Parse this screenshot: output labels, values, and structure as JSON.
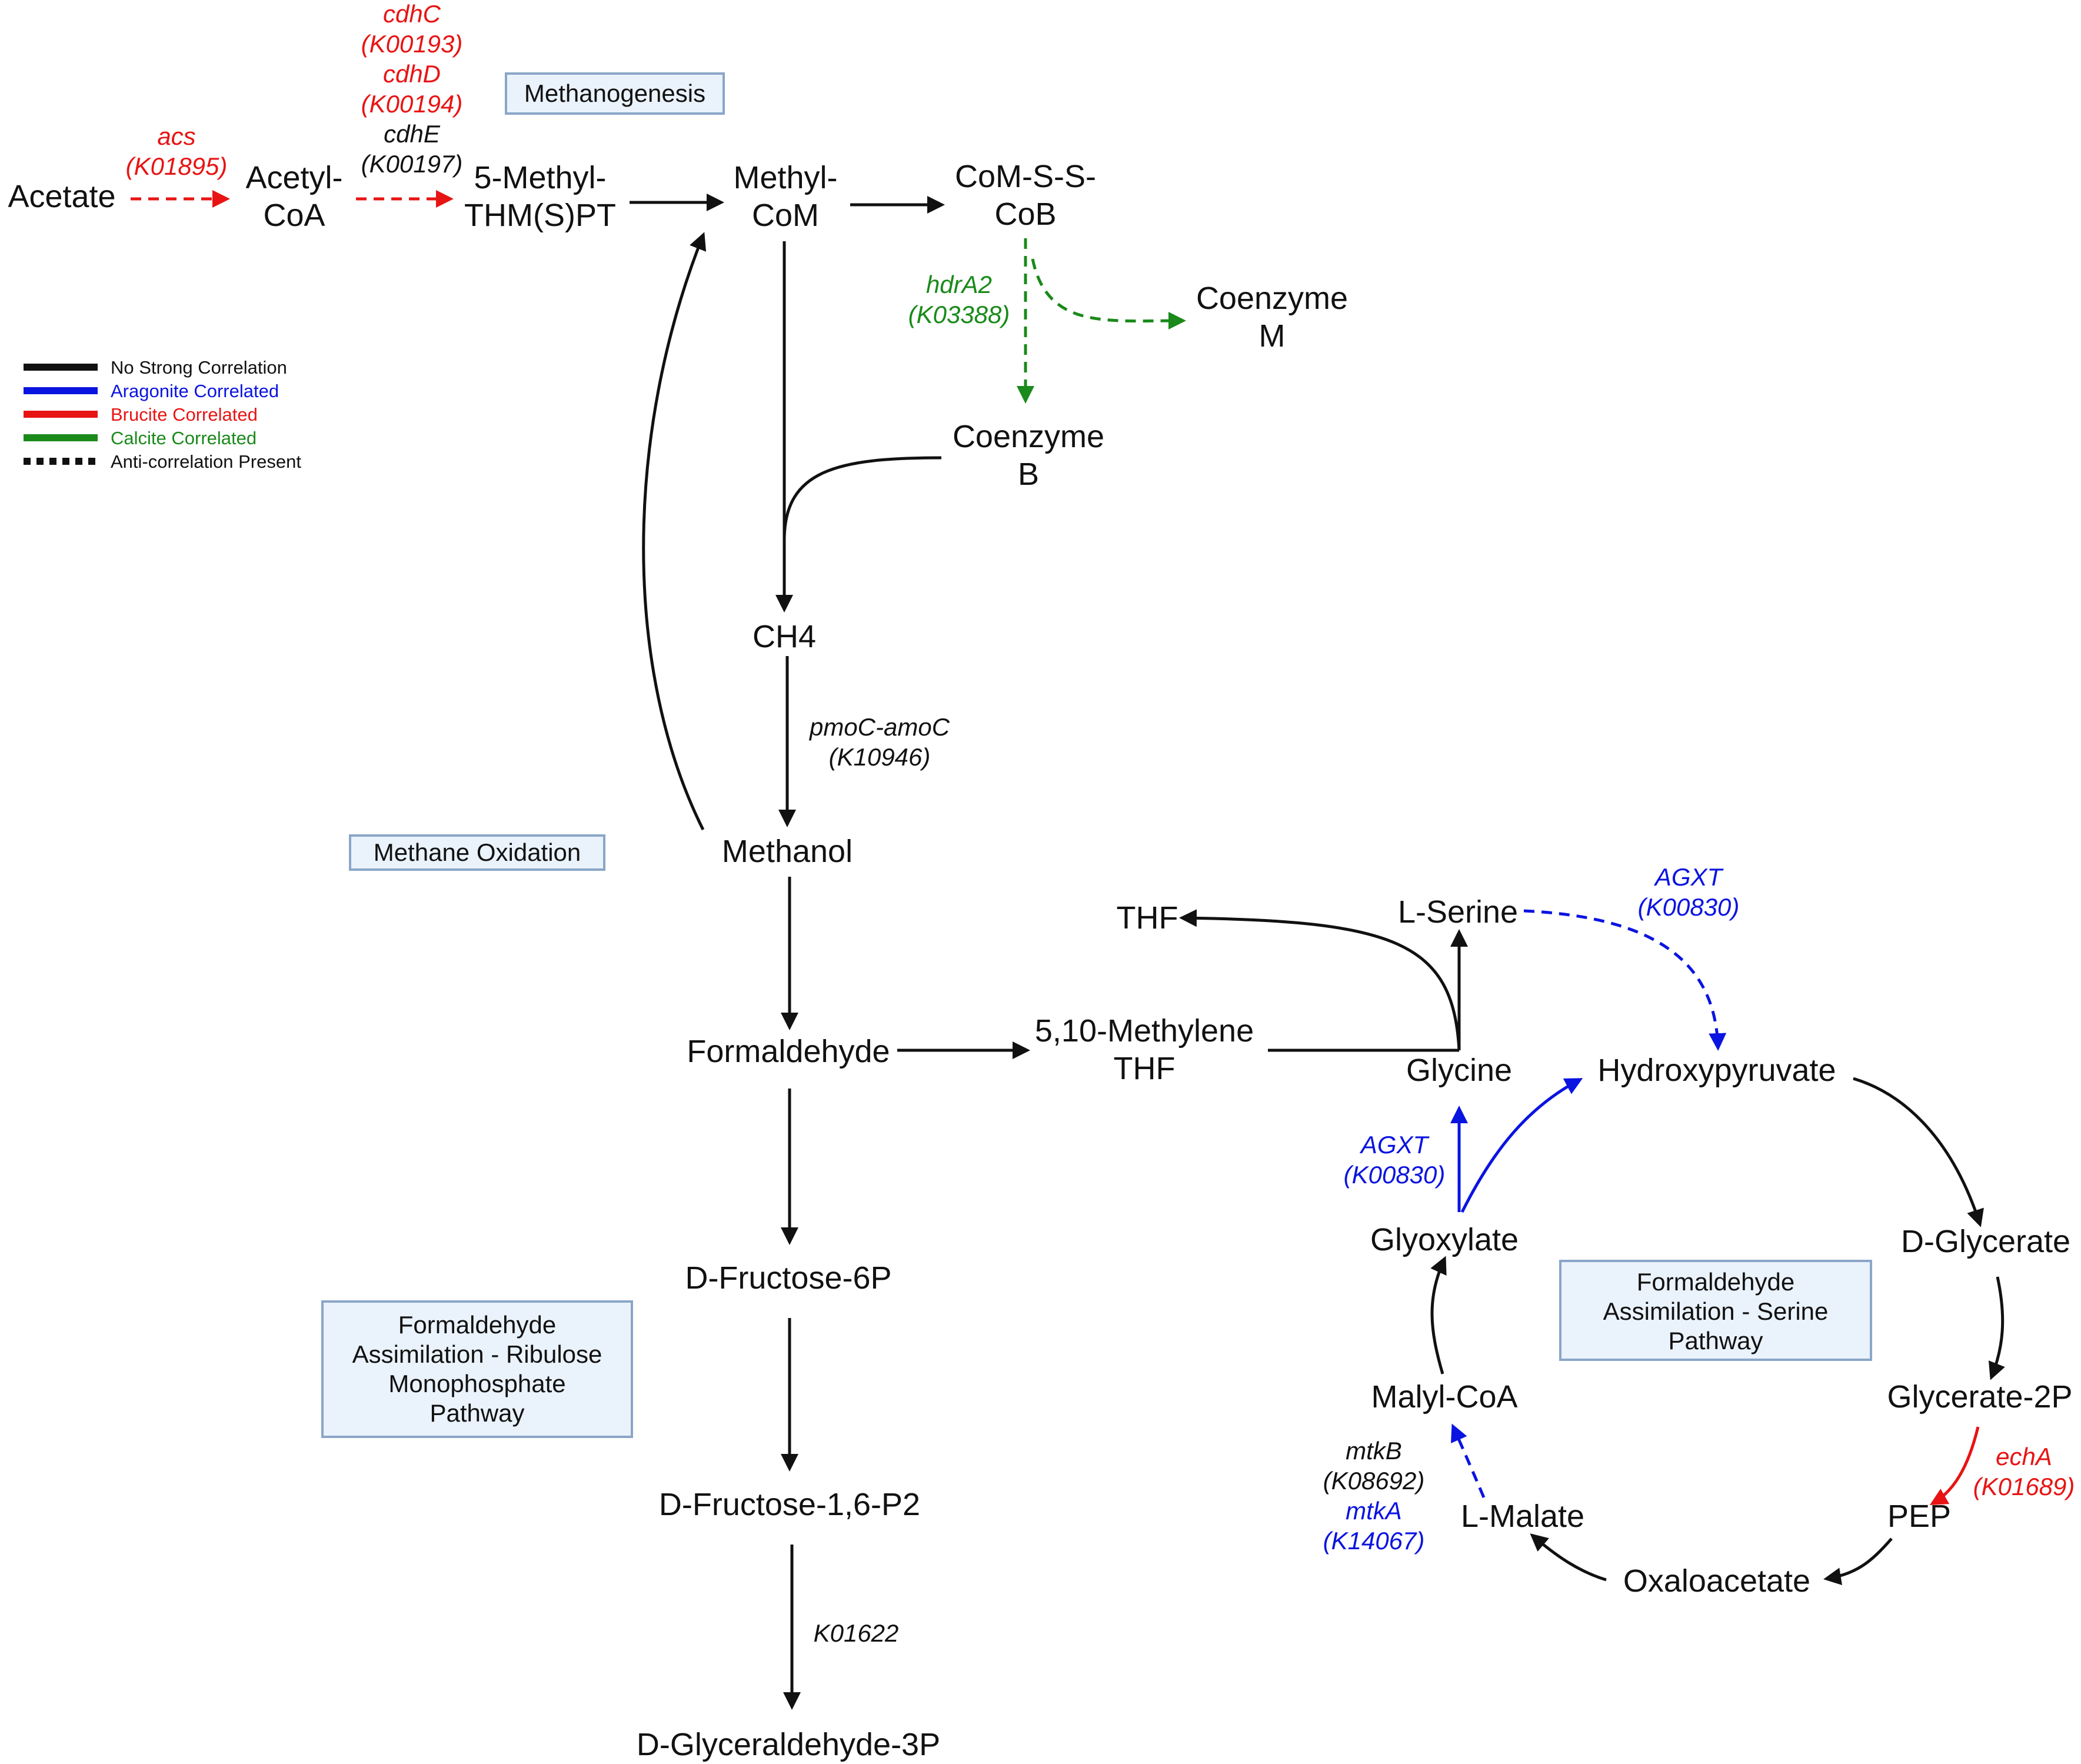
{
  "colors": {
    "none": "#111111",
    "aragonite": "#0a14e0",
    "brucite": "#e81414",
    "calcite": "#1a8a1a",
    "box_fill": "#eaf2fb",
    "box_stroke": "#8aa6c8"
  },
  "legend": [
    {
      "label": "No Strong Correlation",
      "color": "#111111",
      "style": "solid"
    },
    {
      "label": "Aragonite Correlated",
      "color": "#0a14e0",
      "style": "solid"
    },
    {
      "label": "Brucite Correlated",
      "color": "#e81414",
      "style": "solid"
    },
    {
      "label": "Calcite Correlated",
      "color": "#1a8a1a",
      "style": "solid"
    },
    {
      "label": "Anti-correlation Present",
      "color": "#111111",
      "style": "dotted"
    }
  ],
  "pathway_boxes": [
    {
      "id": "methanogenesis",
      "lines": [
        "Methanogenesis"
      ]
    },
    {
      "id": "methane-oxidation",
      "lines": [
        "Methane Oxidation"
      ]
    },
    {
      "id": "ribulose",
      "lines": [
        "Formaldehyde",
        "Assimilation - Ribulose",
        "Monophosphate",
        "Pathway"
      ]
    },
    {
      "id": "serine",
      "lines": [
        "Formaldehyde",
        "Assimilation - Serine",
        "Pathway"
      ]
    }
  ],
  "nodes": [
    {
      "id": "acetate",
      "lines": [
        "Acetate"
      ]
    },
    {
      "id": "acetyl-coa",
      "lines": [
        "Acetyl-",
        "CoA"
      ]
    },
    {
      "id": "methyl-thmspt",
      "lines": [
        "5-Methyl-",
        "THM(S)PT"
      ]
    },
    {
      "id": "methyl-com",
      "lines": [
        "Methyl-",
        "CoM"
      ]
    },
    {
      "id": "com-s-s-cob",
      "lines": [
        "CoM-S-S-",
        "CoB"
      ]
    },
    {
      "id": "coenzyme-m",
      "lines": [
        "Coenzyme",
        "M"
      ]
    },
    {
      "id": "coenzyme-b",
      "lines": [
        "Coenzyme",
        "B"
      ]
    },
    {
      "id": "ch4",
      "lines": [
        "CH4"
      ]
    },
    {
      "id": "methanol",
      "lines": [
        "Methanol"
      ]
    },
    {
      "id": "formaldehyde",
      "lines": [
        "Formaldehyde"
      ]
    },
    {
      "id": "methylene-thf",
      "lines": [
        "5,10-Methylene",
        "THF"
      ]
    },
    {
      "id": "thf",
      "lines": [
        "THF"
      ]
    },
    {
      "id": "l-serine",
      "lines": [
        "L-Serine"
      ]
    },
    {
      "id": "glycine",
      "lines": [
        "Glycine"
      ]
    },
    {
      "id": "hydroxypyruvate",
      "lines": [
        "Hydroxypyruvate"
      ]
    },
    {
      "id": "d-glycerate",
      "lines": [
        "D-Glycerate"
      ]
    },
    {
      "id": "glycerate-2p",
      "lines": [
        "Glycerate-2P"
      ]
    },
    {
      "id": "pep",
      "lines": [
        "PEP"
      ]
    },
    {
      "id": "oxaloacetate",
      "lines": [
        "Oxaloacetate"
      ]
    },
    {
      "id": "l-malate",
      "lines": [
        "L-Malate"
      ]
    },
    {
      "id": "malyl-coa",
      "lines": [
        "Malyl-CoA"
      ]
    },
    {
      "id": "glyoxylate",
      "lines": [
        "Glyoxylate"
      ]
    },
    {
      "id": "d-fructose-6p",
      "lines": [
        "D-Fructose-6P"
      ]
    },
    {
      "id": "d-fructose-16p2",
      "lines": [
        "D-Fructose-1,6-P2"
      ]
    },
    {
      "id": "d-glyceraldehyde-3p",
      "lines": [
        "D-Glyceraldehyde-3P"
      ]
    }
  ],
  "enzymes": [
    {
      "id": "acs",
      "lines": [
        {
          "t": "acs",
          "c": "#e81414"
        },
        {
          "t": "(K01895)",
          "c": "#e81414"
        }
      ]
    },
    {
      "id": "cdh",
      "lines": [
        {
          "t": "cdhC",
          "c": "#e81414"
        },
        {
          "t": "(K00193)",
          "c": "#e81414"
        },
        {
          "t": "cdhD",
          "c": "#e81414"
        },
        {
          "t": "(K00194)",
          "c": "#e81414"
        },
        {
          "t": "cdhE",
          "c": "#111111"
        },
        {
          "t": "(K00197)",
          "c": "#111111"
        }
      ]
    },
    {
      "id": "hdra2",
      "lines": [
        {
          "t": "hdrA2",
          "c": "#1a8a1a"
        },
        {
          "t": "(K03388)",
          "c": "#1a8a1a"
        }
      ]
    },
    {
      "id": "pmoc",
      "lines": [
        {
          "t": "pmoC-amoC",
          "c": "#111111"
        },
        {
          "t": "(K10946)",
          "c": "#111111"
        }
      ]
    },
    {
      "id": "agxt-top",
      "lines": [
        {
          "t": "AGXT",
          "c": "#0a14e0"
        },
        {
          "t": "(K00830)",
          "c": "#0a14e0"
        }
      ]
    },
    {
      "id": "agxt-left",
      "lines": [
        {
          "t": "AGXT",
          "c": "#0a14e0"
        },
        {
          "t": "(K00830)",
          "c": "#0a14e0"
        }
      ]
    },
    {
      "id": "echa",
      "lines": [
        {
          "t": "echA",
          "c": "#e81414"
        },
        {
          "t": "(K01689)",
          "c": "#e81414"
        }
      ]
    },
    {
      "id": "mtk",
      "lines": [
        {
          "t": "mtkB",
          "c": "#111111"
        },
        {
          "t": "(K08692)",
          "c": "#111111"
        },
        {
          "t": "mtkA",
          "c": "#0a14e0"
        },
        {
          "t": "(K14067)",
          "c": "#0a14e0"
        }
      ]
    },
    {
      "id": "k01622",
      "lines": [
        {
          "t": "K01622",
          "c": "#111111"
        }
      ]
    }
  ],
  "edges": [
    {
      "id": "acetate-to-acetylcoa",
      "type": "brucite",
      "style": "dashed"
    },
    {
      "id": "acetylcoa-to-methylthmspt",
      "type": "brucite",
      "style": "dashed"
    },
    {
      "id": "methylthmspt-to-methylcom",
      "type": "none",
      "style": "solid"
    },
    {
      "id": "methylcom-to-comssc ob",
      "type": "none",
      "style": "solid"
    },
    {
      "id": "comsscob-to-coenzymem",
      "type": "calcite",
      "style": "dashed"
    },
    {
      "id": "comsscob-to-coenzymeb",
      "type": "calcite",
      "style": "dashed"
    },
    {
      "id": "methylcom-to-ch4",
      "type": "none",
      "style": "solid"
    },
    {
      "id": "coenzymeb-to-ch4",
      "type": "none",
      "style": "solid"
    },
    {
      "id": "ch4-to-methanol",
      "type": "none",
      "style": "solid"
    },
    {
      "id": "methanol-to-methylcom",
      "type": "none",
      "style": "solid"
    },
    {
      "id": "methanol-to-formaldehyde",
      "type": "none",
      "style": "solid"
    },
    {
      "id": "formaldehyde-to-methylenethf",
      "type": "none",
      "style": "solid"
    },
    {
      "id": "formaldehyde-to-fructose6p",
      "type": "none",
      "style": "solid"
    },
    {
      "id": "fructose6p-to-fructose16p2",
      "type": "none",
      "style": "solid"
    },
    {
      "id": "fructose16p2-to-glyceraldehyde3p",
      "type": "none",
      "style": "solid"
    },
    {
      "id": "glycine-to-thf",
      "type": "none",
      "style": "solid"
    },
    {
      "id": "glycine-to-lserine",
      "type": "none",
      "style": "solid"
    },
    {
      "id": "lserine-to-hydroxypyruvate",
      "type": "aragonite",
      "style": "dashed"
    },
    {
      "id": "glyoxylate-to-glycine",
      "type": "aragonite",
      "style": "solid"
    },
    {
      "id": "glyoxylate-to-hydroxypyruvate",
      "type": "aragonite",
      "style": "solid"
    },
    {
      "id": "hydroxypyruvate-to-dglycerate",
      "type": "none",
      "style": "solid"
    },
    {
      "id": "dglycerate-to-glycerate2p",
      "type": "none",
      "style": "solid"
    },
    {
      "id": "glycerate2p-to-pep",
      "type": "brucite",
      "style": "solid"
    },
    {
      "id": "pep-to-oxaloacetate",
      "type": "none",
      "style": "solid"
    },
    {
      "id": "oxaloacetate-to-lmalate",
      "type": "none",
      "style": "solid"
    },
    {
      "id": "lmalate-to-malylcoa",
      "type": "aragonite",
      "style": "dashed"
    },
    {
      "id": "malylcoa-to-glyoxylate",
      "type": "none",
      "style": "solid"
    }
  ]
}
